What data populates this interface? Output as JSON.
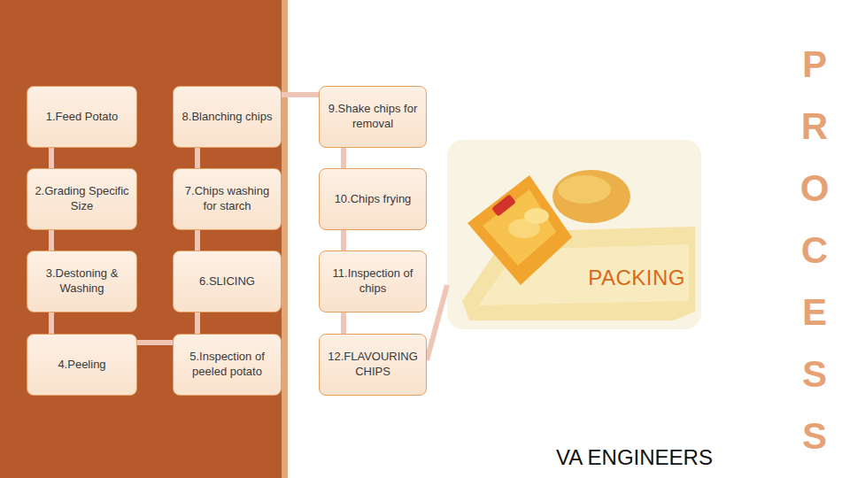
{
  "diagram": {
    "title": "PROCESS",
    "nodes": [
      {
        "text": [
          "1.Feed Potato"
        ]
      },
      {
        "text": [
          "2.Grading Specific Size"
        ]
      },
      {
        "text": [
          "3.Destoning & Washing"
        ]
      },
      {
        "text": [
          "4.Peeling"
        ]
      },
      {
        "text": [
          "5.Inspection of peeled potato"
        ]
      },
      {
        "text": [
          "6.SLICING"
        ]
      },
      {
        "text": [
          "7.Chips washing for starch"
        ]
      },
      {
        "text": [
          "8.Blanching chips"
        ]
      },
      {
        "text": [
          "9.Shake chips for removal"
        ]
      },
      {
        "text": [
          "10.Chips frying"
        ]
      },
      {
        "text": [
          "11.Inspection of chips"
        ]
      },
      {
        "text": [
          "12.FLAVOURING CHIPS"
        ]
      },
      {
        "text": [
          "PACKING"
        ]
      }
    ],
    "edges": [
      {
        "from": 0,
        "to": 1,
        "arrow": "none"
      },
      {
        "from": 1,
        "to": 2,
        "arrow": "none"
      },
      {
        "from": 2,
        "to": 3,
        "arrow": "none"
      },
      {
        "from": 3,
        "to": 4,
        "arrow": "none"
      },
      {
        "from": 4,
        "to": 5,
        "arrow": "none"
      },
      {
        "from": 5,
        "to": 6,
        "arrow": "none"
      },
      {
        "from": 6,
        "to": 7,
        "arrow": "none"
      },
      {
        "from": 7,
        "to": 8,
        "arrow": "none"
      },
      {
        "from": 8,
        "to": 9,
        "arrow": "none"
      },
      {
        "from": 9,
        "to": 10,
        "arrow": "none"
      },
      {
        "from": 10,
        "to": 11,
        "arrow": "none"
      },
      {
        "from": 11,
        "to": 12,
        "arrow": "none"
      }
    ],
    "labels": [
      "VA ENGINEERS"
    ]
  }
}
